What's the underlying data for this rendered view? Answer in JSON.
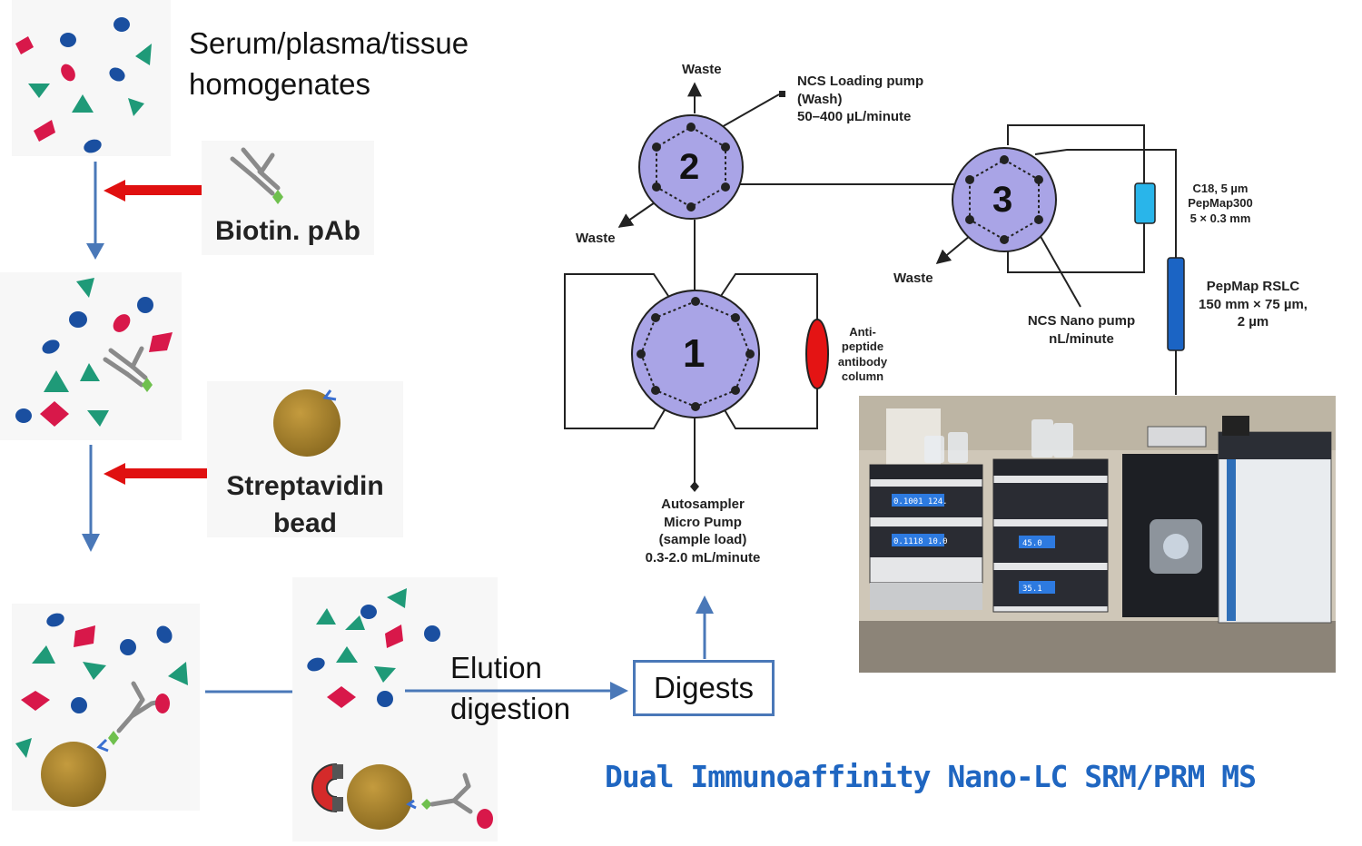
{
  "labels": {
    "sample": "Serum/plasma/tissue\nhomogenates",
    "biotin": "Biotin. pAb",
    "streptavidin": "Streptavidin\nbead",
    "elution": "Elution\ndigestion",
    "digests": "Digests",
    "caption": "Dual Immunoaffinity Nano-LC SRM/PRM MS"
  },
  "valves": [
    {
      "id": "1",
      "label": "1"
    },
    {
      "id": "2",
      "label": "2"
    },
    {
      "id": "3",
      "label": "3"
    }
  ],
  "schematic": {
    "waste_top": "Waste",
    "waste_left": "Waste",
    "waste_right": "Waste",
    "loading_pump": "NCS Loading pump\n(Wash)\n50–400 µL/minute",
    "nano_pump": "NCS Nano pump\nnL/minute",
    "c18": "C18, 5 µm\nPepMap300\n5 × 0.3 mm",
    "rslc": "PepMap RSLC\n150 mm × 75 µm,\n2 µm",
    "antibody_column": "Anti-\npeptide\nantibody\ncolumn",
    "autosampler": "Autosampler\nMicro Pump\n(sample load)\n0.3-2.0 mL/minute"
  },
  "photo": {
    "screen_values": [
      "0.1001  124.",
      "0.1118  10.0",
      "45.0",
      "35.1"
    ]
  },
  "colors": {
    "flow_arrow": "#4a78b8",
    "add_arrow": "#e01010",
    "valve_fill": "#a9a4e6",
    "caption": "#1f66c1",
    "red_shape": "#d8184a",
    "blue_shape": "#1a4fa0",
    "green_shape": "#1f9a78",
    "bead": "#a5802c"
  }
}
